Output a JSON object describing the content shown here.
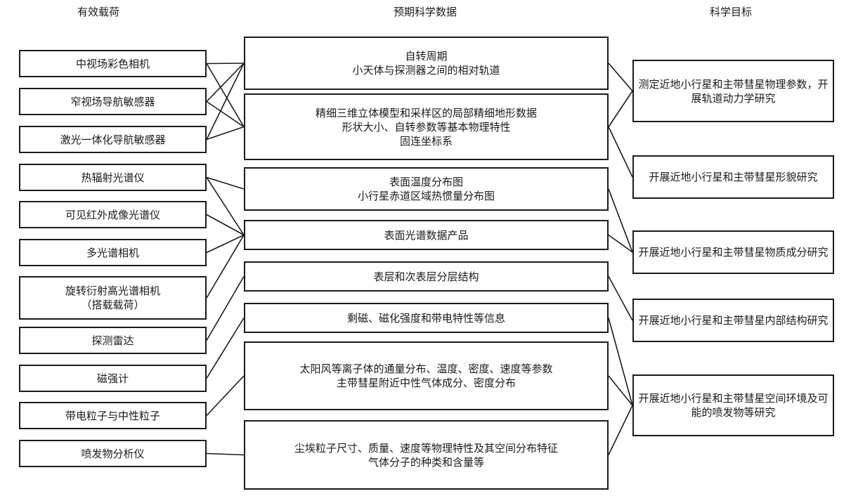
{
  "headers": {
    "payload": "有效载荷",
    "data": "预期科学数据",
    "objective": "科学目标"
  },
  "payloads": [
    {
      "lines": [
        "中视场彩色相机"
      ]
    },
    {
      "lines": [
        "窄视场导航敏感器"
      ]
    },
    {
      "lines": [
        "激光一体化导航敏感器"
      ]
    },
    {
      "lines": [
        "热辐射光谱仪"
      ]
    },
    {
      "lines": [
        "可见红外成像光谱仪"
      ]
    },
    {
      "lines": [
        "多光谱相机"
      ]
    },
    {
      "lines": [
        "旋转衍射高光谱相机",
        "（搭载载荷）"
      ]
    },
    {
      "lines": [
        "探测雷达"
      ]
    },
    {
      "lines": [
        "磁强计"
      ]
    },
    {
      "lines": [
        "带电粒子与中性粒子"
      ]
    },
    {
      "lines": [
        "喷发物分析仪"
      ]
    }
  ],
  "data_products": [
    {
      "lines": [
        "自转周期",
        "小天体与探测器之间的相对轨道"
      ]
    },
    {
      "lines": [
        "精细三维立体模型和采样区的局部精细地形数据",
        "形状大小、自转参数等基本物理特性",
        "固连坐标系"
      ]
    },
    {
      "lines": [
        "表面温度分布图",
        "小行星赤道区域热惯量分布图"
      ]
    },
    {
      "lines": [
        "表面光谱数据产品"
      ]
    },
    {
      "lines": [
        "表层和次表层分层结构"
      ]
    },
    {
      "lines": [
        "剩磁、磁化强度和带电特性等信息"
      ]
    },
    {
      "lines": [
        "太阳风等离子体的通量分布、温度、密度、速度等参数",
        "主带彗星附近中性气体成分、密度分布"
      ]
    },
    {
      "lines": [
        "尘埃粒子尺寸、质量、速度等物理特性及其空间分布特征",
        "气体分子的种类和含量等"
      ]
    }
  ],
  "objectives": [
    {
      "lines": [
        "测定近地小行星和主带彗星物理参数，开展轨道动力学研究"
      ]
    },
    {
      "lines": [
        "开展近地小行星和主带彗星形貌研究"
      ]
    },
    {
      "lines": [
        "开展近地小行星和主带彗星物质成分研究"
      ]
    },
    {
      "lines": [
        "开展近地小行星和主带彗星内部结构研究"
      ]
    },
    {
      "lines": [
        "开展近地小行星和主带彗星空间环境及可能的喷发物等研究"
      ]
    }
  ],
  "payload_links": [
    [
      0,
      0
    ],
    [
      0,
      1
    ],
    [
      1,
      0
    ],
    [
      1,
      1
    ],
    [
      2,
      0
    ],
    [
      2,
      1
    ],
    [
      3,
      2
    ],
    [
      3,
      3
    ],
    [
      4,
      3
    ],
    [
      5,
      3
    ],
    [
      6,
      3
    ],
    [
      7,
      4
    ],
    [
      8,
      5
    ],
    [
      9,
      6
    ],
    [
      10,
      7
    ]
  ],
  "objective_links": [
    [
      0,
      0
    ],
    [
      1,
      0
    ],
    [
      1,
      1
    ],
    [
      2,
      2
    ],
    [
      3,
      2
    ],
    [
      4,
      3
    ],
    [
      5,
      4
    ],
    [
      6,
      4
    ],
    [
      7,
      4
    ]
  ]
}
